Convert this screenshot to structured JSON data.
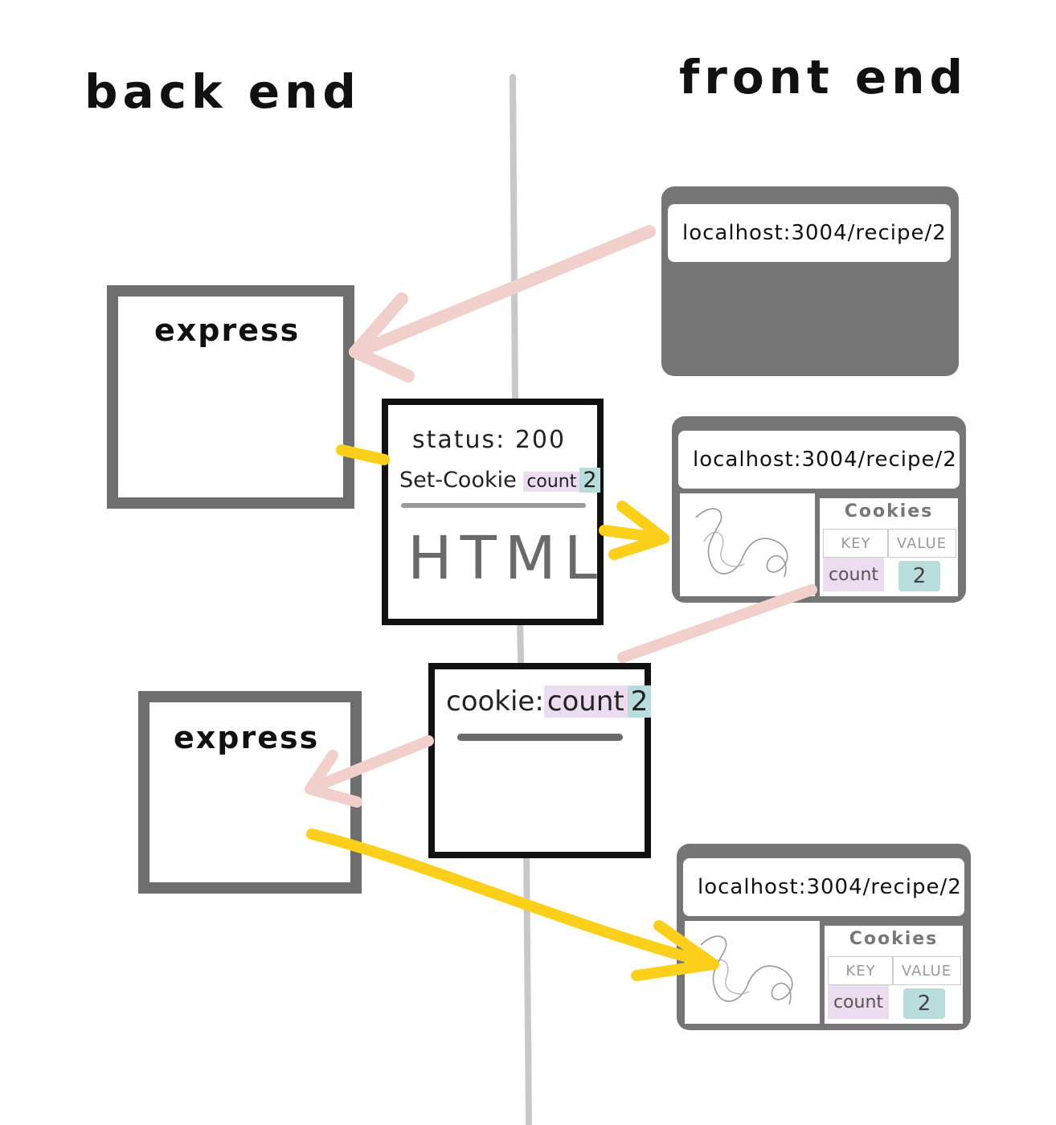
{
  "headings": {
    "back_end": "back end",
    "front_end": "front end"
  },
  "servers": [
    {
      "label": "express"
    },
    {
      "label": "express"
    }
  ],
  "browser_url": "localhost:3004/recipe/2",
  "response_message": {
    "status": "status: 200",
    "set_cookie_label": "Set-Cookie",
    "cookie_key": "count",
    "cookie_value": "2",
    "body": "HTML"
  },
  "request_message": {
    "cookie_label": "cookie:",
    "cookie_key": "count",
    "cookie_value": "2"
  },
  "cookies_panel": {
    "title": "Cookies",
    "key_header": "KEY",
    "value_header": "VALUE",
    "key": "count",
    "value": "2"
  },
  "colors": {
    "request_arrow": "#f1d0cb",
    "response_arrow": "#fcd01a",
    "divider": "#c8c8c8",
    "cookie_key_bg": "#ecdcef",
    "cookie_value_bg": "#b9dcdc"
  }
}
